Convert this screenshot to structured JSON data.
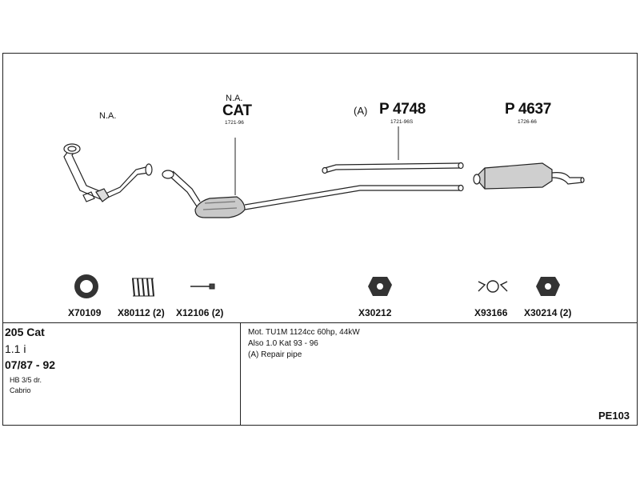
{
  "assemblies": {
    "front_pipe_na": "N.A.",
    "cat_na": "N.A.",
    "cat_title": "CAT",
    "cat_code": "1721-96",
    "repair_prefix": "(A)",
    "repair_title": "P 4748",
    "repair_code": "1721-96S",
    "rear_title": "P 4637",
    "rear_code": "1726-66"
  },
  "parts": [
    {
      "code": "X70109",
      "icon": "gasket-ring-icon"
    },
    {
      "code": "X80112 (2)",
      "icon": "spring-icon"
    },
    {
      "code": "X12106 (2)",
      "icon": "bolt-icon"
    },
    {
      "code": "X30212",
      "icon": "rubber-mount-icon"
    },
    {
      "code": "X93166",
      "icon": "clamp-icon"
    },
    {
      "code": "X30214 (2)",
      "icon": "rubber-mount-icon"
    }
  ],
  "vehicle": {
    "model": "205 Cat",
    "engine": "1.1 i",
    "years": "07/87 - 92",
    "body1": "HB 3/5 dr.",
    "body2": "Cabrio"
  },
  "notes": {
    "line1": "Mot. TU1M 1124cc 60hp, 44kW",
    "line2": "Also 1.0 Kat 93 - 96",
    "line3": "(A) Repair pipe"
  },
  "diagram_code": "PE103"
}
